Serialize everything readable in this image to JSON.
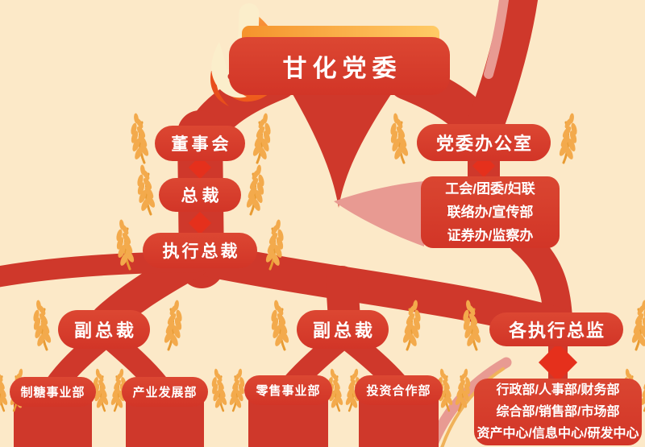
{
  "chart": {
    "type": "org-chart",
    "title": "甘化党委",
    "left_column": {
      "board": "董事会",
      "president": "总裁",
      "executive_president": "执行总裁"
    },
    "party_office": {
      "title": "党委办公室",
      "items": [
        "工会/团委/妇联",
        "联络办/宣传部",
        "证券办/监察办"
      ]
    },
    "vp1": {
      "title": "副总裁",
      "dept1": "制糖事业部",
      "dept2": "产业发展部"
    },
    "vp2": {
      "title": "副总裁",
      "dept1": "零售事业部",
      "dept2": "投资合作部"
    },
    "directors": {
      "title": "各执行总监",
      "items": [
        "行政部/人事部/财务部",
        "综合部/销售部/市场部",
        "资产中心/信息中心/研发中心"
      ]
    }
  },
  "icons": {
    "flame": "torch-flame-icon",
    "wheat": "wheat-ear-icon",
    "diamond": "diamond-connector-icon"
  },
  "colors": {
    "background_cream": "#FCE9C8",
    "ribbon_red": "#CF382B",
    "node_red": "#D6432F",
    "diamond_red": "#E5301C",
    "accent_pink": "#E89A92",
    "wheat_gold": "#F3AA4C",
    "title_ribbon_gold": "#FFCB66",
    "text_white": "#FFFFFF"
  }
}
